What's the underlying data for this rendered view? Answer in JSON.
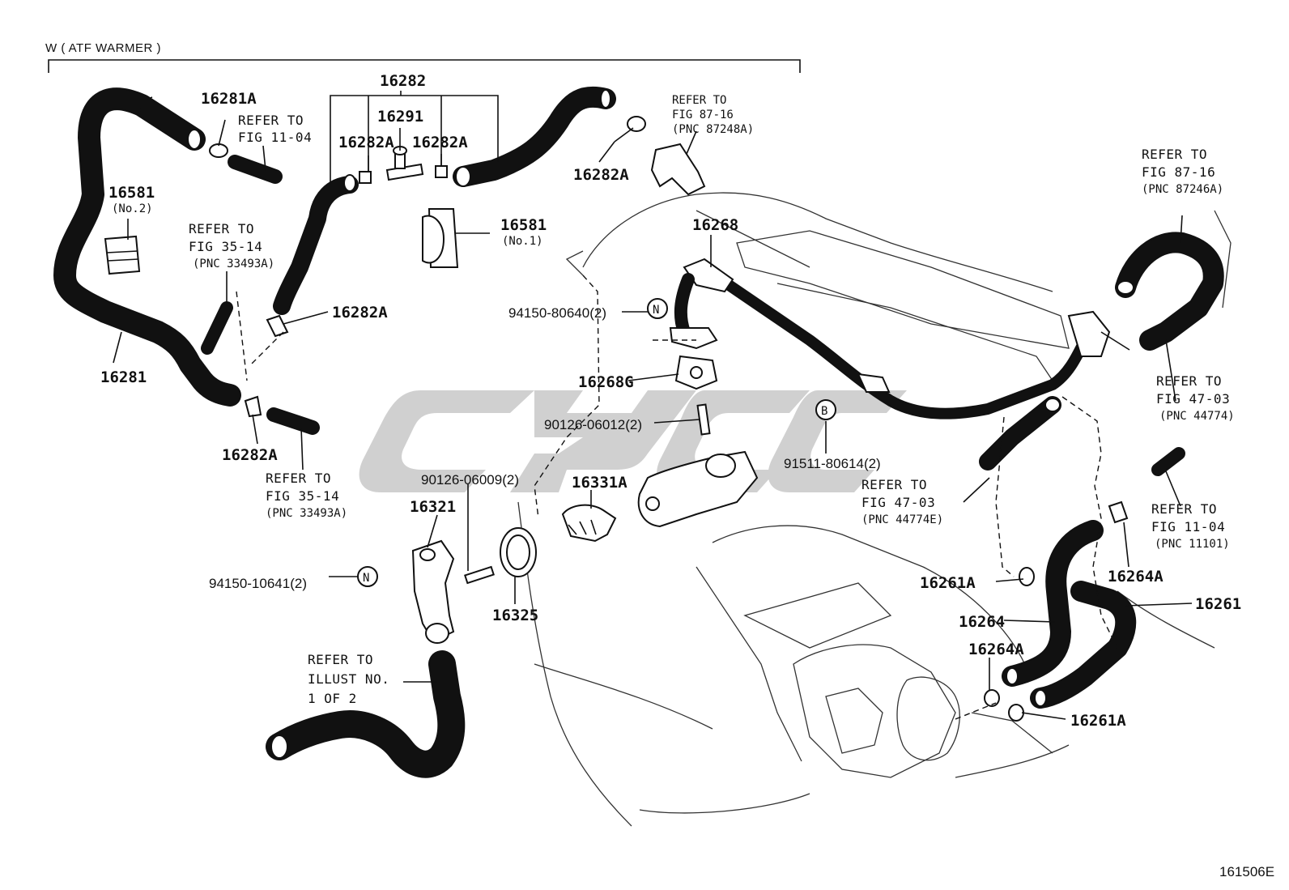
{
  "header": {
    "atf_warmer": "W ( ATF WARMER )"
  },
  "diagram_code": "161506E",
  "watermark_color": "#c8c8c8",
  "parts": {
    "p16282": "16282",
    "p16281A": "16281A",
    "p16291": "16291",
    "p16282A_a": "16282A",
    "p16282A_b": "16282A",
    "p16282A_c": "16282A",
    "p16282A_d": "16282A",
    "p16282A_e": "16282A",
    "p16581_2": "16581",
    "p16581_2_sub": "(No.2)",
    "p16581_1": "16581",
    "p16581_1_sub": "(No.1)",
    "p16281": "16281",
    "p16268": "16268",
    "p94150_80640": "94150-80640(2)",
    "p16268G": "16268G",
    "p90126_06012": "90126-06012(2)",
    "p91511_80614": "91511-80614(2)",
    "p90126_06009": "90126-06009(2)",
    "p16331A": "16331A",
    "p16321": "16321",
    "p94150_10641": "94150-10641(2)",
    "p16325": "16325",
    "p16261A_a": "16261A",
    "p16261A_b": "16261A",
    "p16264": "16264",
    "p16264A_a": "16264A",
    "p16264A_b": "16264A",
    "p16261": "16261"
  },
  "markers": {
    "n1": "N",
    "n2": "N",
    "b1": "B"
  },
  "refs": {
    "r1": [
      "REFER TO",
      "FIG 11-04"
    ],
    "r2": [
      "REFER TO",
      "FIG 87-16",
      "(PNC 87248A)"
    ],
    "r3": [
      "REFER TO",
      "FIG 87-16",
      "(PNC 87246A)"
    ],
    "r4": [
      "REFER TO",
      "FIG 35-14",
      "(PNC 33493A)"
    ],
    "r5": [
      "REFER TO",
      "FIG 35-14",
      "(PNC 33493A)"
    ],
    "r6": [
      "REFER TO",
      "FIG 47-03",
      "(PNC 44774)"
    ],
    "r7": [
      "REFER TO",
      "FIG 47-03",
      "(PNC 44774E)"
    ],
    "r8": [
      "REFER TO",
      "FIG 11-04",
      "(PNC 11101)"
    ],
    "r9": [
      "REFER TO",
      "ILLUST NO.",
      "1 OF 2"
    ]
  }
}
